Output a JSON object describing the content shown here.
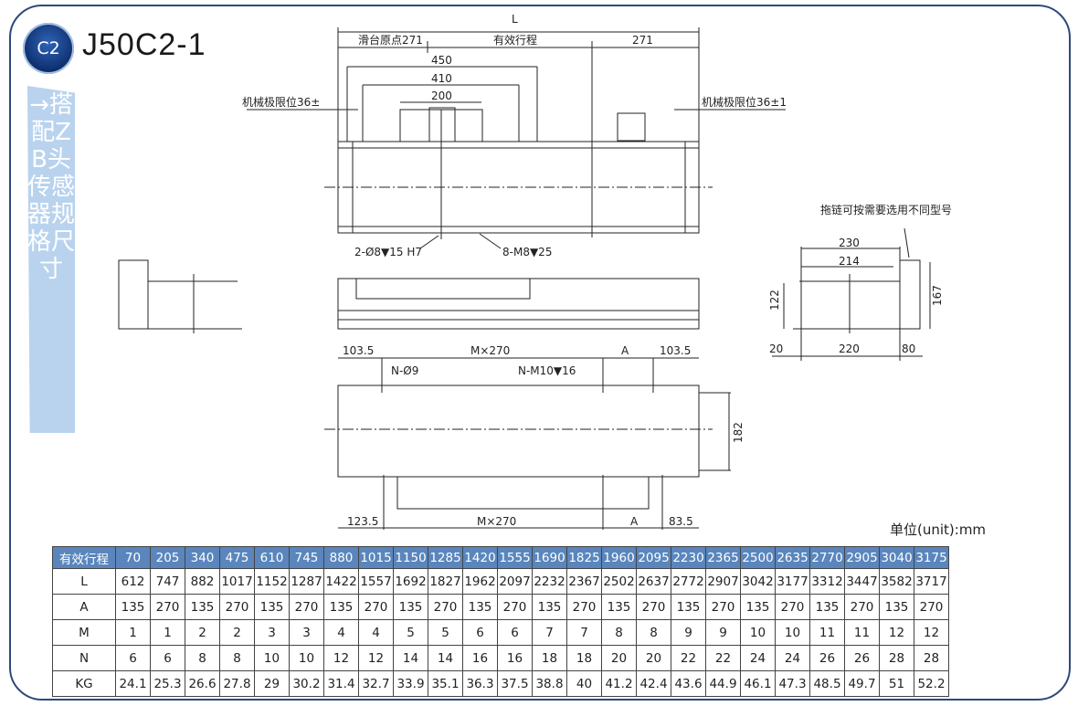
{
  "header": {
    "badge": "C2",
    "title": "J50C2-1"
  },
  "ribbon": {
    "text": "→搭配ZB头传感器规格尺寸"
  },
  "drawing": {
    "top": {
      "L": "L",
      "origin": "滑台原点271",
      "stroke": "有效行程",
      "right271": "271",
      "d450": "450",
      "d410": "410",
      "d200": "200",
      "limit_left": "机械极限位36±",
      "limit_right": "机械极限位36±1",
      "pin": "2-Ø8▼15 H7",
      "screw": "8-M8▼25"
    },
    "side": {
      "chain_note": "拖链可按需要选用不同型号",
      "d230": "230",
      "d214": "214",
      "d122": "122",
      "d167": "167",
      "d20": "20",
      "d220": "220",
      "d80": "80"
    },
    "bottom": {
      "left": "103.5",
      "m1": "M×270",
      "a1": "A",
      "right": "103.5",
      "hole": "N-Ø9",
      "thread": "N-M10▼16",
      "d182": "182",
      "left2": "123.5",
      "m2": "M×270",
      "a2": "A",
      "right2": "83.5"
    }
  },
  "unit": "单位(unit):mm",
  "table": {
    "header": [
      "有效行程",
      "70",
      "205",
      "340",
      "475",
      "610",
      "745",
      "880",
      "1015",
      "1150",
      "1285",
      "1420",
      "1555",
      "1690",
      "1825",
      "1960",
      "2095",
      "2230",
      "2365",
      "2500",
      "2635",
      "2770",
      "2905",
      "3040",
      "3175"
    ],
    "rows": [
      [
        "L",
        "612",
        "747",
        "882",
        "1017",
        "1152",
        "1287",
        "1422",
        "1557",
        "1692",
        "1827",
        "1962",
        "2097",
        "2232",
        "2367",
        "2502",
        "2637",
        "2772",
        "2907",
        "3042",
        "3177",
        "3312",
        "3447",
        "3582",
        "3717"
      ],
      [
        "A",
        "135",
        "270",
        "135",
        "270",
        "135",
        "270",
        "135",
        "270",
        "135",
        "270",
        "135",
        "270",
        "135",
        "270",
        "135",
        "270",
        "135",
        "270",
        "135",
        "270",
        "135",
        "270",
        "135",
        "270"
      ],
      [
        "M",
        "1",
        "1",
        "2",
        "2",
        "3",
        "3",
        "4",
        "4",
        "5",
        "5",
        "6",
        "6",
        "7",
        "7",
        "8",
        "8",
        "9",
        "9",
        "10",
        "10",
        "11",
        "11",
        "12",
        "12"
      ],
      [
        "N",
        "6",
        "6",
        "8",
        "8",
        "10",
        "10",
        "12",
        "12",
        "14",
        "14",
        "16",
        "16",
        "18",
        "18",
        "20",
        "20",
        "22",
        "22",
        "24",
        "24",
        "26",
        "26",
        "28",
        "28"
      ],
      [
        "KG",
        "24.1",
        "25.3",
        "26.6",
        "27.8",
        "29",
        "30.2",
        "31.4",
        "32.7",
        "33.9",
        "35.1",
        "36.3",
        "37.5",
        "38.8",
        "40",
        "41.2",
        "42.4",
        "43.6",
        "44.9",
        "46.1",
        "47.3",
        "48.5",
        "49.7",
        "51",
        "52.2"
      ]
    ]
  }
}
